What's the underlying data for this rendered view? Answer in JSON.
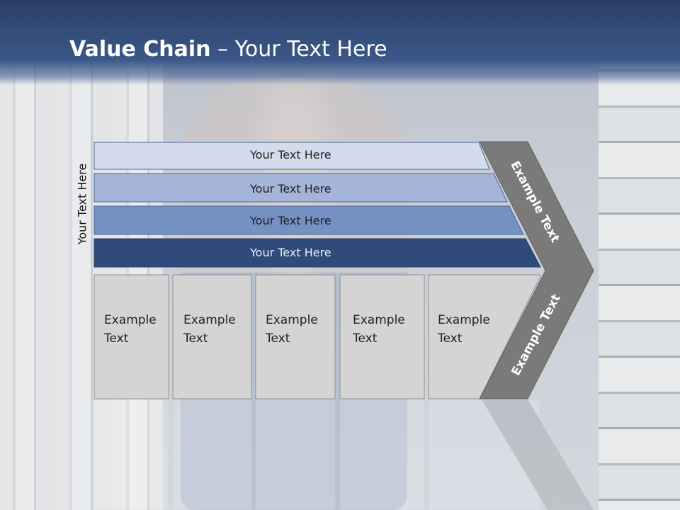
{
  "slide": {
    "title_bold": "Value Chain",
    "title_rest": " – Your Text Here",
    "side_label": "Your Text Here",
    "rows": [
      {
        "label": "Your Text Here",
        "color": "#d2dcec"
      },
      {
        "label": "Your Text Here",
        "color": "#a4b5d9"
      },
      {
        "label": "Your Text Here",
        "color": "#7590c3"
      },
      {
        "label": "Your Text Here",
        "color": "#2f4a7b"
      }
    ],
    "cells": [
      {
        "line1": "Example",
        "line2": "Text"
      },
      {
        "line1": "Example",
        "line2": "Text"
      },
      {
        "line1": "Example",
        "line2": "Text"
      },
      {
        "line1": "Example",
        "line2": "Text"
      },
      {
        "line1": "Example",
        "line2": "Text"
      }
    ],
    "chevron_top_text": "Example Text",
    "chevron_bottom_text": "Example Text",
    "colors": {
      "header": "#34507f",
      "cell_fill": "#d4d4d4",
      "chevron": "#7a7a7a"
    }
  }
}
